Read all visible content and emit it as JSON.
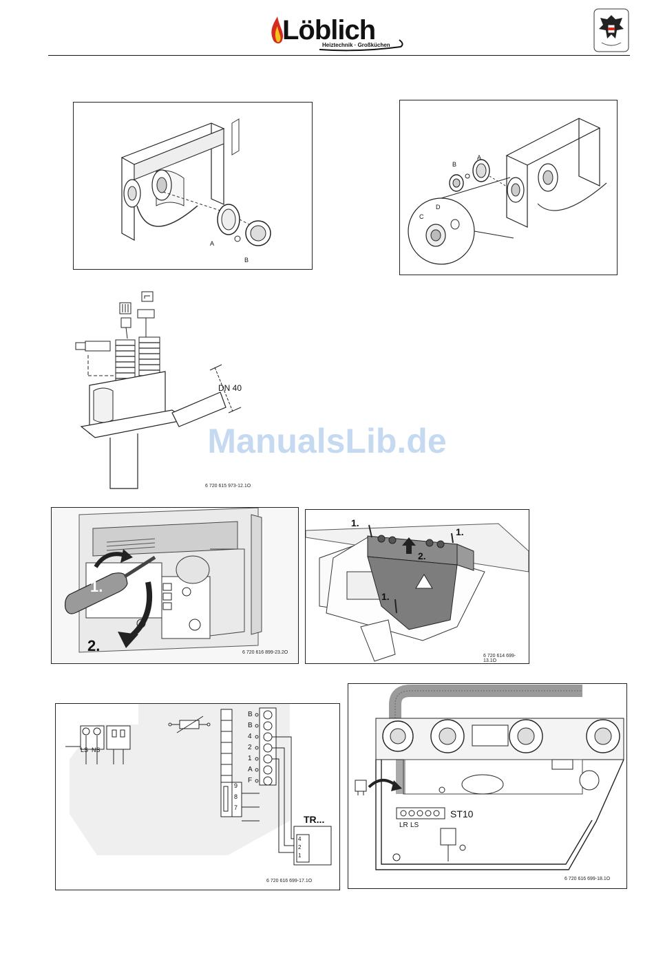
{
  "header": {
    "brand": "Löblich",
    "tagline": "Heiztechnik · Großküchen"
  },
  "watermark": "ManualsLib.de",
  "figures": {
    "fig1": {
      "labels": [
        "A",
        "B"
      ]
    },
    "fig2": {
      "labels": [
        "A",
        "B",
        "C",
        "D"
      ]
    },
    "fig3": {
      "dn_label": "DN 40",
      "ref": "6 720 615 973-12.1O"
    },
    "fig4": {
      "step1": "1.",
      "step2": "2.",
      "ref": "6 720 616 899-23.2O"
    },
    "fig5": {
      "step1": "1.",
      "step2": "2.",
      "ref": "6 720 614 699-13.1O"
    },
    "fig6": {
      "terminals": [
        "B",
        "B",
        "4",
        "2",
        "1",
        "A",
        "F"
      ],
      "aux_terminals": [
        "9",
        "8",
        "7"
      ],
      "ls": "LS",
      "ns": "NS",
      "tr": "TR...",
      "tr_pins": [
        "4",
        "2",
        "1"
      ],
      "ref": "6 720 616 699-17.1O"
    },
    "fig7": {
      "st": "ST10",
      "lr": "LR",
      "ls": "LS",
      "ref": "6 720 616 699-18.1O"
    }
  },
  "colors": {
    "flame_red": "#d42b1e",
    "flame_yellow": "#f4c21a",
    "watermark": "#bcd3ef"
  }
}
